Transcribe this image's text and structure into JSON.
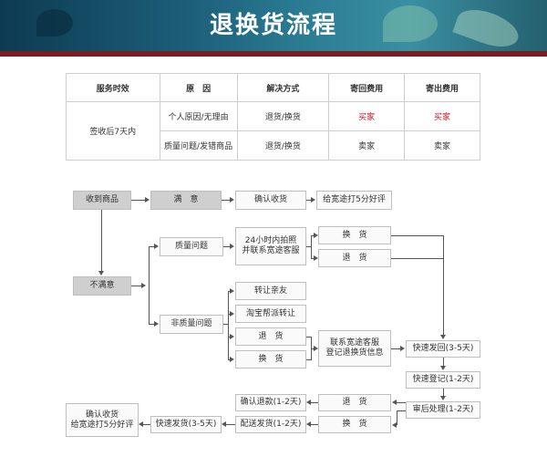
{
  "banner": {
    "title": "退换货流程"
  },
  "table": {
    "headers": [
      "服务时效",
      "原　因",
      "解决方式",
      "寄回费用",
      "寄出费用"
    ],
    "period": "签收后7天内",
    "rows": [
      {
        "reason": "个人原因/无理由",
        "method": "退货/换货",
        "return_fee": "买家",
        "send_fee": "买家"
      },
      {
        "reason": "质量问题/发错商品",
        "method": "退货/换货",
        "return_fee": "卖家",
        "send_fee": "卖家"
      }
    ]
  },
  "flow": {
    "received": "收到商品",
    "satisfied": "满　意",
    "confirm_receipt": "确认收货",
    "give_review": "给宽途打5分好评",
    "not_satisfied": "不满意",
    "quality_issue": "质量问题",
    "non_quality_issue": "非质量问题",
    "photo_line1": "24小时内拍照",
    "photo_line2": "并联系宽途客服",
    "exchange": "换　货",
    "return": "退　货",
    "transfer_friend": "转让亲友",
    "taobao_help": "淘宝帮派转让",
    "return2": "退　货",
    "exchange2": "换　货",
    "contact_line1": "联系宽途客服",
    "contact_line2": "登记退换货信息",
    "fast_return": "快速发回(3-5天)",
    "fast_register": "快速登记(1-2天)",
    "process": "审后处理(1-2天)",
    "confirm_refund": "确认退款(1-2天)",
    "return3": "退　货",
    "delivery": "配送发货(1-2天)",
    "exchange3": "换　货",
    "fast_ship": "快速发货(3-5天)",
    "final_line1": "确认收货",
    "final_line2": "给宽途打5分好评"
  },
  "colors": {
    "banner": "#1d5f7a",
    "band": "#7a1d22",
    "red_text": "#c8161d"
  }
}
